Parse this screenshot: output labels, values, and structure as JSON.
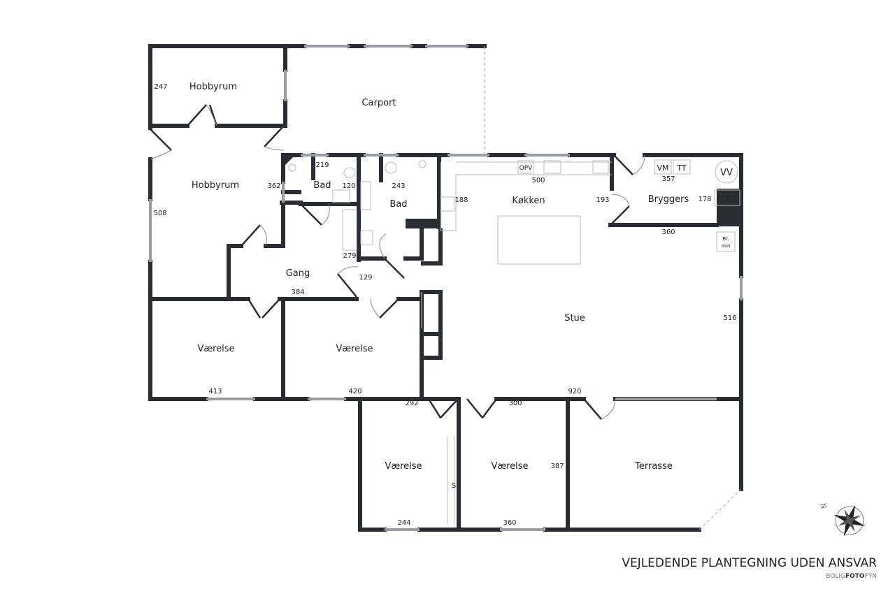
{
  "rooms": {
    "hobbyrum_1": "Hobbyrum",
    "carport": "Carport",
    "hobbyrum_2": "Hobbyrum",
    "bad_1": "Bad",
    "bad_2": "Bad",
    "kokken": "Køkken",
    "bryggers": "Bryggers",
    "gang": "Gang",
    "stue": "Stue",
    "vaerelse_1": "Værelse",
    "vaerelse_2": "Værelse",
    "vaerelse_3": "Værelse",
    "vaerelse_4": "Værelse",
    "terrasse": "Terrasse"
  },
  "dimensions": {
    "d247": "247",
    "d508": "508",
    "d362": "362",
    "d219": "219",
    "d120": "120",
    "d243": "243",
    "d279": "279",
    "d129": "129",
    "d188": "188",
    "d500": "500",
    "d193": "193",
    "d357": "357",
    "d178": "178",
    "d360a": "360",
    "d384": "384",
    "d516": "516",
    "d413": "413",
    "d420": "420",
    "d292": "292",
    "d300": "300",
    "d920": "920",
    "d387": "387",
    "d244": "244",
    "d360b": "360"
  },
  "fixtures": {
    "opv": "OPV",
    "vm": "VM",
    "tt": "TT",
    "vv": "VV",
    "s1": "S",
    "s2": "S",
    "br_ovn_1": "Br.",
    "br_ovn_2": "ovn"
  },
  "footer": {
    "title": "VEJLEDENDE PLANTEGNING UDEN ANSVAR",
    "brand_a": "BOLIG",
    "brand_b": "FOTO",
    "brand_c": "FYN"
  }
}
